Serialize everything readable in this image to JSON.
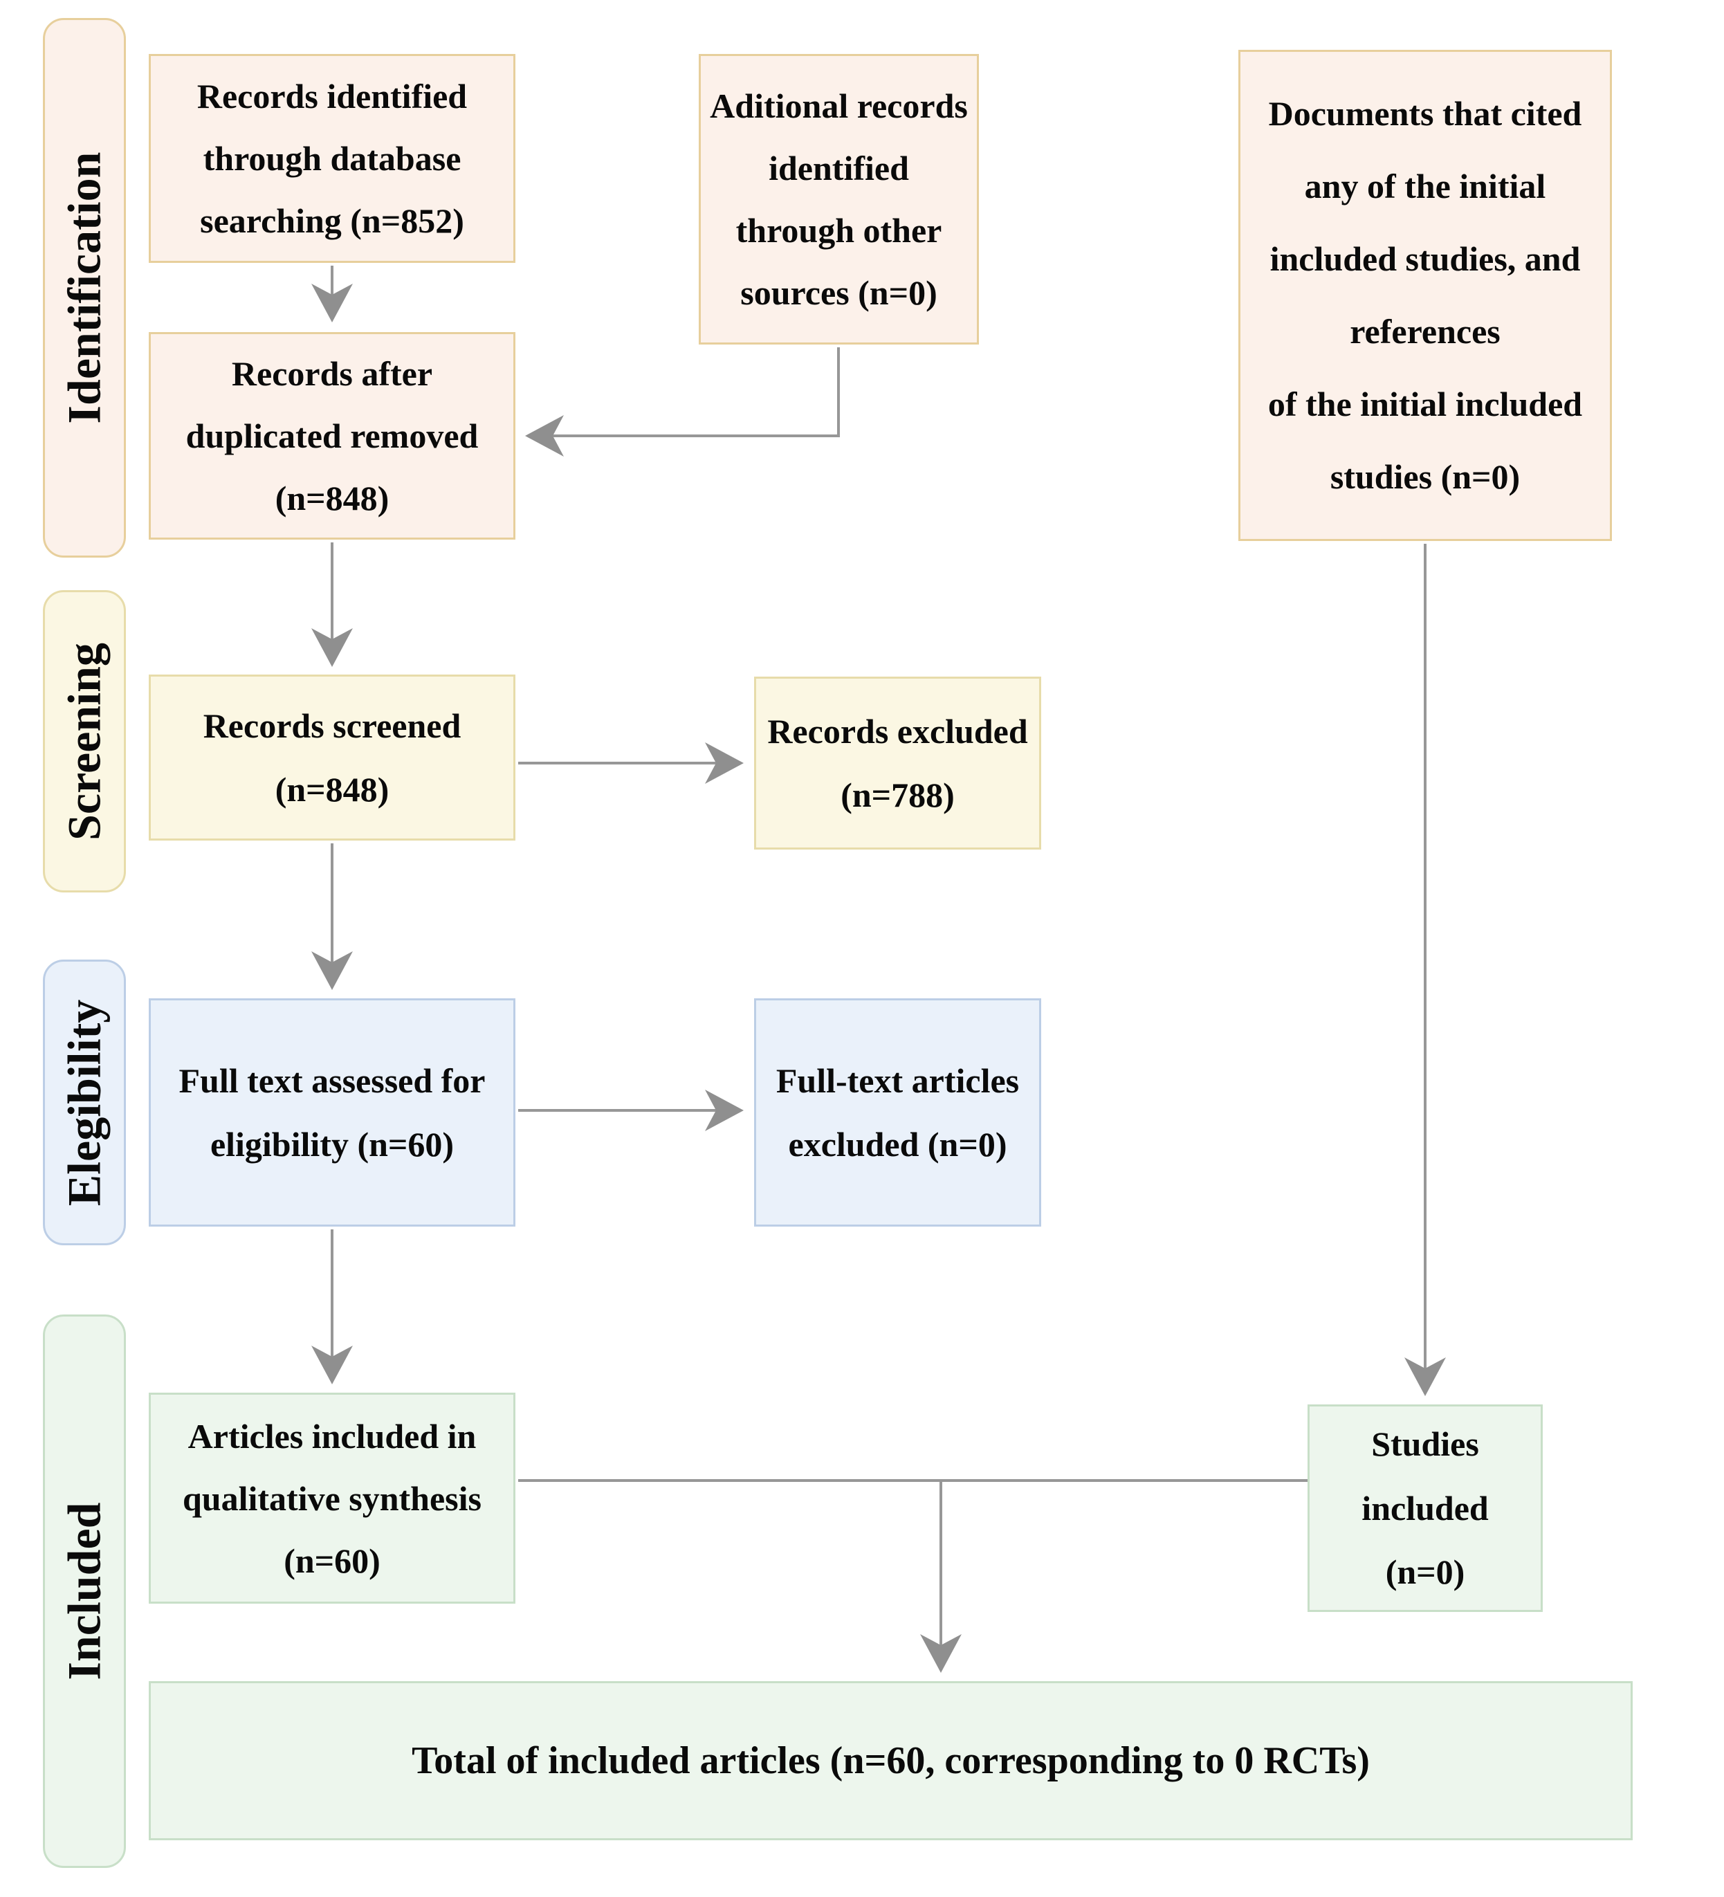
{
  "sidebar": {
    "stages": [
      {
        "label": "Identification"
      },
      {
        "label": "Screening"
      },
      {
        "label": "Elegibility"
      },
      {
        "label": "Included"
      }
    ]
  },
  "boxes": {
    "records_identified": {
      "text": "Records identified\nthrough database\nsearching (n=852)",
      "n": "852"
    },
    "additional_records": {
      "text": "Aditional records\nidentified\nthrough other\nsources (n=0)",
      "n": "0"
    },
    "documents_cited": {
      "text": "Documents that cited\nany of the initial\nincluded studies, and\nreferences\nof the initial included\nstudies (n=0)",
      "n": "0"
    },
    "records_after_dedup": {
      "text": "Records after\nduplicated removed\n(n=848)",
      "n": "848"
    },
    "records_screened": {
      "text": "Records screened\n(n=848)",
      "n": "848"
    },
    "records_excluded": {
      "text": "Records excluded\n(n=788)",
      "n": "788"
    },
    "full_text_assessed": {
      "text": "Full text assessed for\neligibility (n=60)",
      "n": "60"
    },
    "full_text_excluded": {
      "text": "Full-text articles\nexcluded (n=0)",
      "n": "0"
    },
    "articles_included": {
      "text": "Articles included in\nqualitative synthesis\n(n=60)",
      "n": "60"
    },
    "studies_included": {
      "text": "Studies\nincluded\n(n=0)",
      "n": "0"
    },
    "total_included": {
      "text": "Total of included articles (n=60, corresponding to 0 RCTs)",
      "n": "60",
      "rcts": "0"
    }
  },
  "colors": {
    "pink_fill": "#fcf1ea",
    "pink_border": "#e7cf9c",
    "cream_fill": "#fbf7e3",
    "cream_border": "#e7dcaa",
    "blue_fill": "#eaf1fa",
    "blue_border": "#bccee6",
    "green_fill": "#edf6ed",
    "green_border": "#c8dfc8",
    "arrow": "#979797",
    "ink": "#0a0a0a"
  }
}
